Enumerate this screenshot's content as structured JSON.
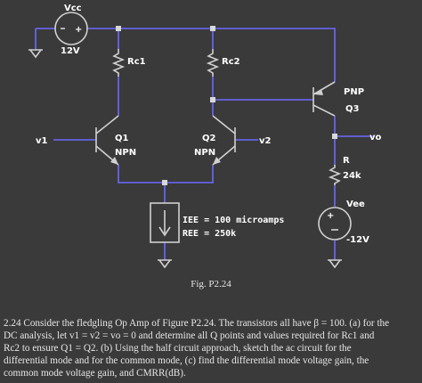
{
  "labels": {
    "vcc": "Vcc",
    "vcc_value": "12V",
    "rc1": "Rc1",
    "rc2": "Rc2",
    "q1": "Q1",
    "q1_type": "NPN",
    "q2": "Q2",
    "q2_type": "NPN",
    "v1": "v1",
    "v2": "v2",
    "q3_type": "PNP",
    "q3": "Q3",
    "vo": "vo",
    "r": "R",
    "r_value": "24k",
    "vee": "Vee",
    "vee_value": "-12V",
    "iee": "IEE = 100 microamps",
    "ree": "REE = 250k"
  },
  "caption": "Fig. P2.24",
  "problem": [
    "2.24 Consider the fledgling Op Amp of Figure P2.24. The transistors all have β = 100. (a) for the",
    "DC analysis, let v1 = v2 = vo = 0 and determine all Q points and values required for Rc1 and",
    "Rc2 to ensure Q1 = Q2. (b) Using the half circuit approach, sketch the ac circuit for the",
    "differential mode and for the common mode, (c) find the differential mode voltage gain, the",
    "common mode voltage gain, and CMRR(dB)."
  ]
}
